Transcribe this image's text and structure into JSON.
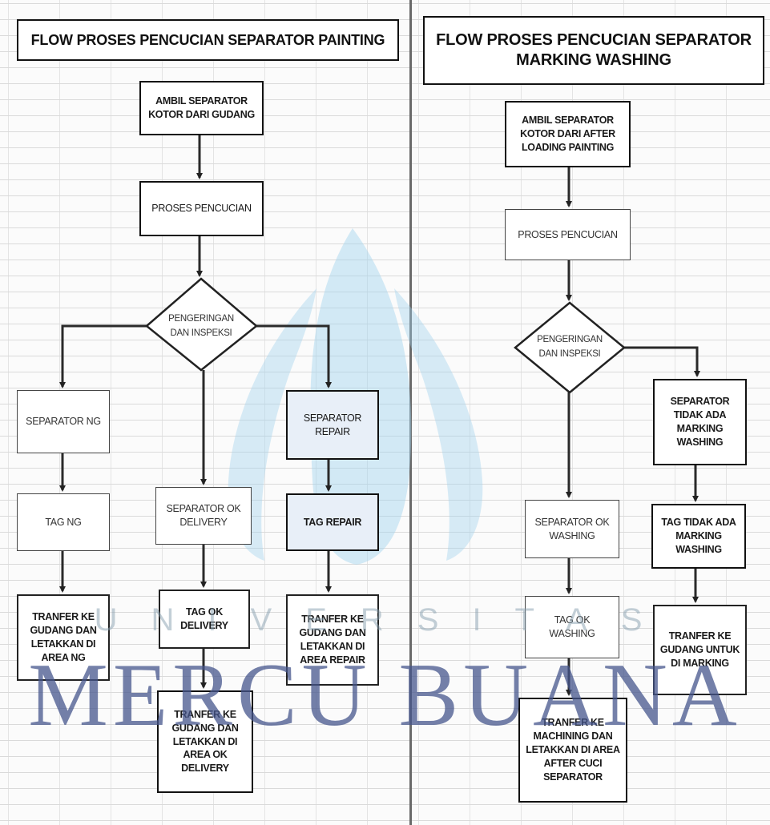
{
  "left": {
    "title": "FLOW PROSES PENCUCIAN SEPARATOR PAINTING",
    "step_ambil": "AMBIL SEPARATOR\nKOTOR  DARI GUDANG",
    "step_proses": "PROSES  PENCUCIAN",
    "decision": "PENGERINGAN\nDAN INSPEKSI",
    "branch_ng": "SEPARATOR  NG",
    "tag_ng": "TAG NG",
    "transfer_ng": "TRANFER  KE\nGUDANG DAN\nLETAKKAN DI\nAREA NG",
    "branch_ok": "SEPARATOR  OK\nDELIVERY",
    "tag_ok": "TAG OK\nDELIVERY",
    "transfer_ok": "TRANFER  KE\nGUDANG DAN\nLETAKKAN DI\nAREA  OK\nDELIVERY",
    "branch_repair": "SEPARATOR\nREPAIR",
    "tag_repair": "TAG REPAIR",
    "transfer_repair": "TRANFER  KE\nGUDANG DAN\nLETAKKAN DI\nAREA  REPAIR"
  },
  "right": {
    "title": "FLOW PROSES PENCUCIAN SEPARATOR\nMARKING WASHING",
    "step_ambil": "AMBIL SEPARATOR\nKOTOR  DARI  AFTER\nLOADING PAINTING",
    "step_proses": "PROSES  PENCUCIAN",
    "decision": "PENGERINGAN\nDAN INSPEKSI",
    "branch_ok": "SEPARATOR  OK\nWASHING",
    "tag_ok": "TAG OK\nWASHING",
    "transfer_ok": "TRANFER  KE\nMACHINING DAN\nLETAKKAN DI AREA\nAFTER CUCI\nSEPARATOR",
    "branch_no_marking": "SEPARATOR\nTIDAK ADA\nMARKING\nWASHING",
    "tag_no_marking": "TAG TIDAK ADA\nMARKING\nWASHING",
    "transfer_no_marking": "TRANFER  KE\nGUDANG UNTUK\nDI MARKING"
  },
  "watermark": {
    "line1": "UNIVERSITAS",
    "line2": "MERCU BUANA",
    "logo_color": "#9fd3ee",
    "text_color": "#46558c"
  }
}
